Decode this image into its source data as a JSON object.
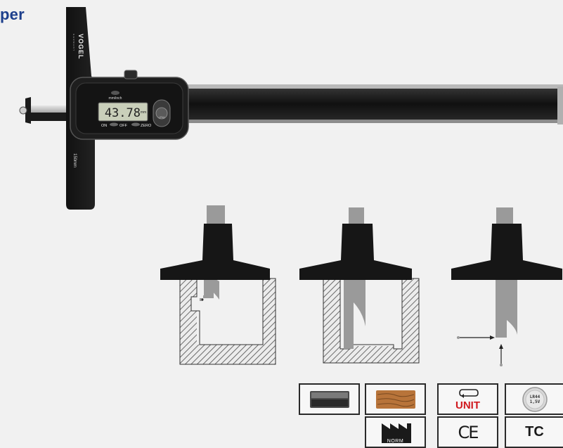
{
  "page": {
    "title": "per"
  },
  "caliper": {
    "brand": "VOGEL",
    "brand_sub": "GERMANY",
    "reading": "43.78",
    "reading_unit": "mm",
    "mm_inch_label": "mm/inch",
    "on_label": "ON",
    "off_label": "OFF",
    "zero_label": "ZERO",
    "range_label": "150mm",
    "dial_label": "LP44"
  },
  "badges": {
    "unit_label": "UNIT",
    "battery_label_line1": "LR44",
    "battery_label_line2": "1,5V",
    "norm_label": "NORM",
    "ce_label": "CE",
    "tc_label": "TC"
  },
  "colors": {
    "title": "#1d3f8c",
    "caliper_body": "#161616",
    "lcd": "#c9cfba",
    "unit_red": "#d01a1f",
    "wood": "#b8743a"
  }
}
